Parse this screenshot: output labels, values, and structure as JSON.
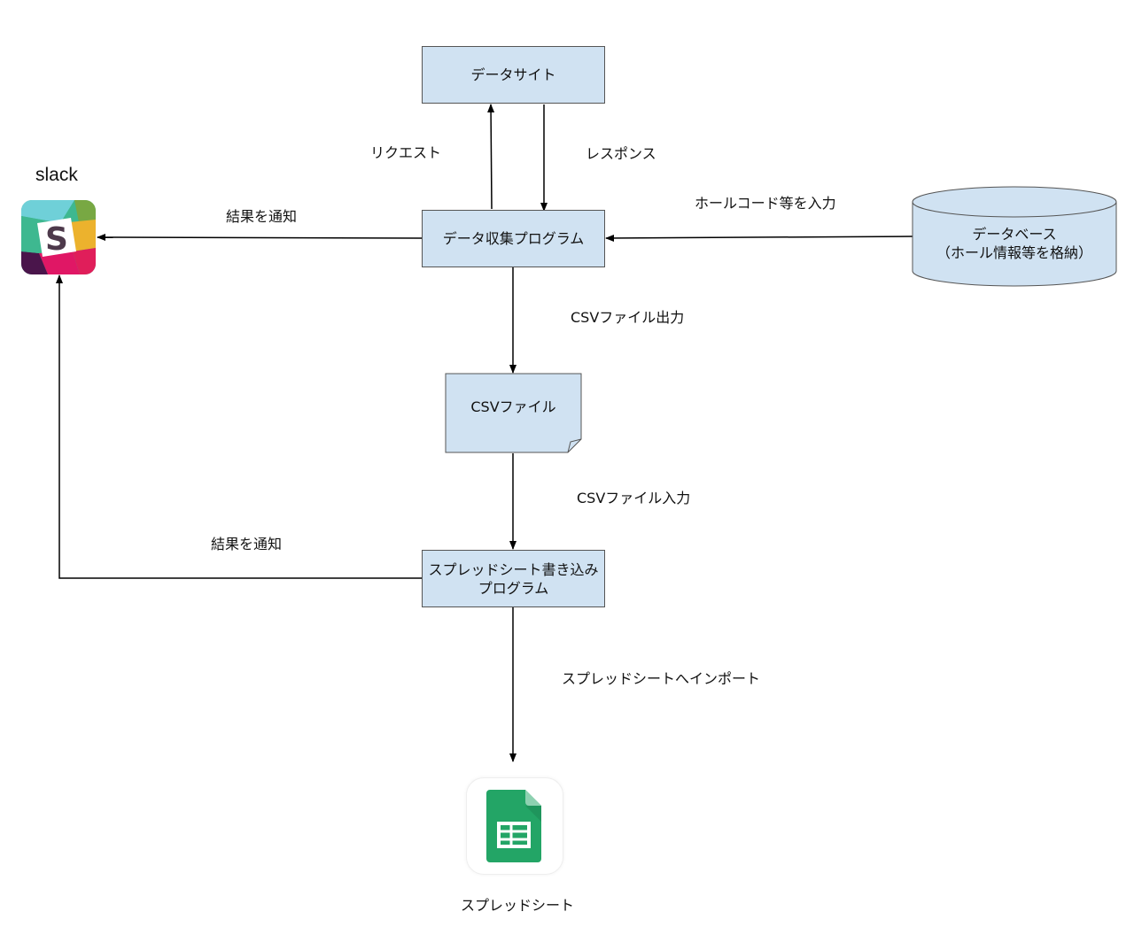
{
  "nodes": {
    "data_site": "データサイト",
    "collector": "データ収集プログラム",
    "csv_file": "CSVファイル",
    "sheet_writer_line1": "スプレッドシート書き込み",
    "sheet_writer_line2": "プログラム",
    "database_line1": "データベース",
    "database_line2": "（ホール情報等を格納）",
    "slack": "slack",
    "spreadsheet": "スプレッドシート"
  },
  "edges": {
    "request": "リクエスト",
    "response": "レスポンス",
    "notify_top": "結果を通知",
    "hall_code_input": "ホールコード等を入力",
    "csv_output": "CSVファイル出力",
    "csv_input": "CSVファイル入力",
    "notify_bottom": "結果を通知",
    "import_sheet": "スプレッドシートへインポート"
  },
  "colors": {
    "box_fill": "#d0e2f2",
    "sheets_green": "#23a566"
  },
  "icons": [
    "slack-logo-icon",
    "google-sheets-icon"
  ]
}
